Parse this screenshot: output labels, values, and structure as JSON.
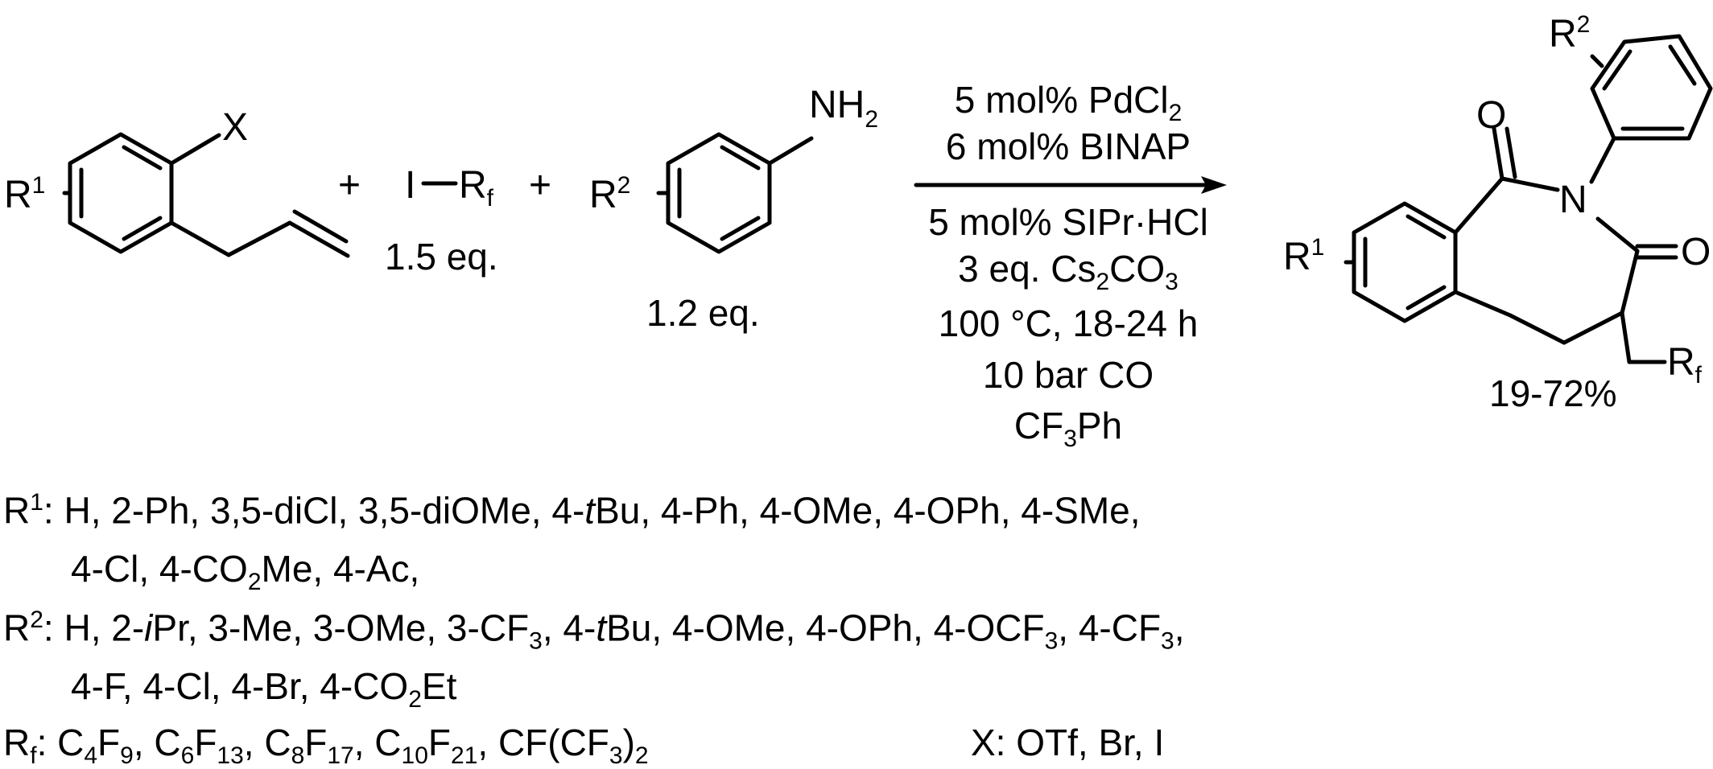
{
  "reactants": {
    "aryl_substituent": "R1",
    "aryl_X": "X",
    "plus1": "+",
    "iodide": "I",
    "iodide_rf": "R",
    "iodide_rf_sub": "f",
    "iodide_eq": "1.5 eq.",
    "plus2": "+",
    "aniline_substituent": "R2",
    "aniline_nh2": "NH",
    "aniline_nh2_sub": "2",
    "aniline_eq": "1.2 eq."
  },
  "conditions": {
    "line1": "5 mol% PdCl",
    "line1_sub": "2",
    "line2": "6 mol% BINAP",
    "line3": "5 mol% SIPr·HCl",
    "line4_pre": "3 eq. Cs",
    "line4_sub1": "2",
    "line4_mid": "CO",
    "line4_sub2": "3",
    "line5": "100 °C, 18-24 h",
    "line6": "10 bar CO",
    "line7_pre": "CF",
    "line7_sub": "3",
    "line7_post": "Ph"
  },
  "product": {
    "r1": "R1",
    "r2": "R2",
    "o_top": "O",
    "n": "N",
    "o_right": "O",
    "rf": "R",
    "rf_sub": "f",
    "yield": "19-72%"
  },
  "legend": {
    "r1_line1": "R1: H, 2-Ph, 3,5-diCl, 3,5-diOMe, 4-tBu, 4-Ph, 4-OMe, 4-OPh, 4-SMe,",
    "r1_line2": "4-Cl, 4-CO2Me, 4-Ac,",
    "r2_line1": "R2: H, 2-iPr, 3-Me, 3-OMe, 3-CF3, 4-tBu, 4-OMe, 4-OPh, 4-OCF3, 4-CF3,",
    "r2_line2": "4-F, 4-Cl, 4-Br, 4-CO2Et",
    "rf_line": "Rf: C4F9, C6F13, C8F17, C10F21, CF(CF3)2",
    "x_line": "X: OTf, Br, I"
  }
}
